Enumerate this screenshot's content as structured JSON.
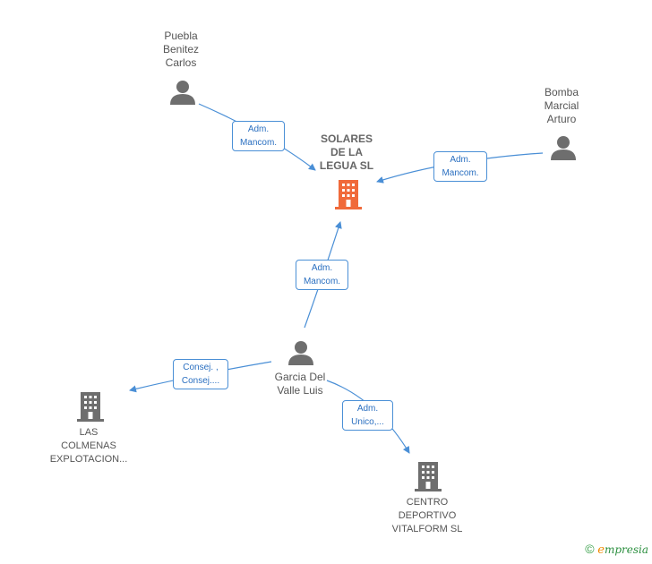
{
  "nodes": {
    "main_company": {
      "label": "SOLARES\nDE LA\nLEGUA  SL",
      "color": "#f06a3a"
    },
    "person_puebla": {
      "label": "Puebla\nBenitez\nCarlos"
    },
    "person_bomba": {
      "label": "Bomba\nMarcial\nArturo"
    },
    "person_garcia": {
      "label": "Garcia Del\nValle Luis"
    },
    "company_colmenas": {
      "label": "LAS\nCOLMENAS\nEXPLOTACION..."
    },
    "company_centro": {
      "label": "CENTRO\nDEPORTIVO\nVITALFORM SL"
    }
  },
  "edges": {
    "puebla_main": "Adm.\nMancom.",
    "bomba_main": "Adm.\nMancom.",
    "garcia_main": "Adm.\nMancom.",
    "garcia_colmenas": "Consej. ,\nConsej....",
    "garcia_centro": "Adm.\nUnico,..."
  },
  "colors": {
    "edge": "#4a8fd6",
    "icon_gray": "#6e6e6e",
    "main_accent": "#f06a3a"
  },
  "footer": {
    "copyright": "©",
    "brand_initial": "e",
    "brand_rest": "mpresia"
  }
}
